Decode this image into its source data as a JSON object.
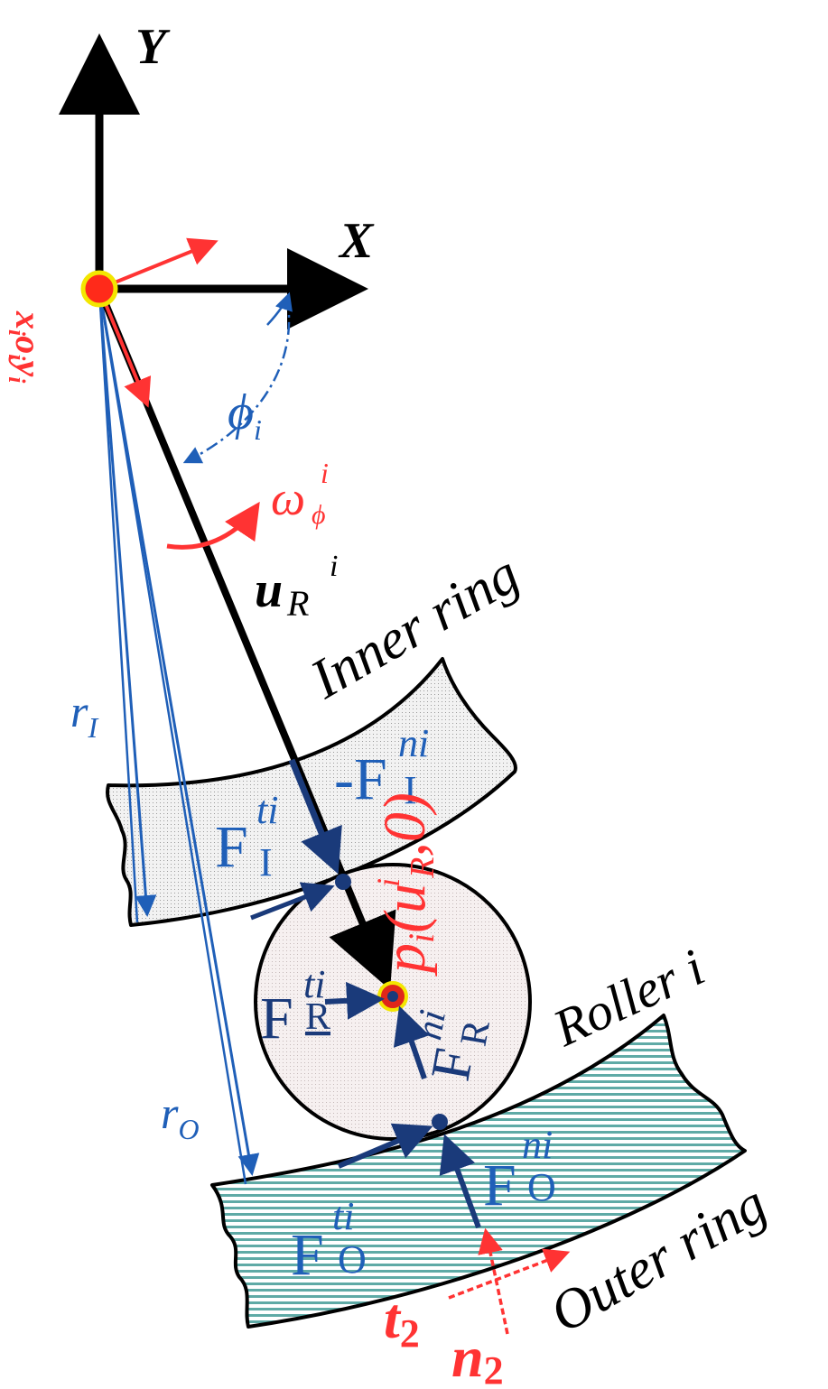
{
  "axes": {
    "x_label": "X",
    "y_label": "Y"
  },
  "frame": {
    "local_label": "x",
    "local_sub1": "i",
    "local_mid": "o",
    "local_sub2": "i",
    "local_y": "y",
    "local_sub3": "i"
  },
  "angle": {
    "phi": "ϕ",
    "phi_sub": "i"
  },
  "omega": {
    "symbol": "ω",
    "sub": "ϕ",
    "sup": "i"
  },
  "u_r": {
    "symbol": "u",
    "sub": "R",
    "sup": "i"
  },
  "radii": {
    "r_inner": "r",
    "r_inner_sub": "I",
    "r_outer": "r",
    "r_outer_sub": "O"
  },
  "parts": {
    "inner_ring": "Inner ring",
    "outer_ring": "Outer ring",
    "roller": "Roller i"
  },
  "forces": {
    "fi_t": {
      "symbol": "F",
      "sup": "ti",
      "sub": "I"
    },
    "fi_n": {
      "prefix": "-",
      "symbol": "F",
      "sup": "ni",
      "sub": "I"
    },
    "fr_t": {
      "symbol": "F",
      "sup": "ti",
      "sub": "R"
    },
    "fr_n": {
      "symbol": "F",
      "sup": "ni",
      "sub": "R"
    },
    "fo_t": {
      "symbol": "F",
      "sup": "ti",
      "sub": "O"
    },
    "fo_n": {
      "symbol": "F",
      "sup": "ni",
      "sub": "O"
    }
  },
  "point": {
    "p": "p",
    "p_sub": "i",
    "open": "(",
    "u": "u",
    "u_sup": "i",
    "u_sub": "R",
    "rest": ",0)"
  },
  "tangent": {
    "t": "t",
    "t_sub": "2",
    "n": "n",
    "n_sub": "2"
  },
  "colors": {
    "black": "#000000",
    "red": "#ff3333",
    "blue": "#1f5fb8",
    "navy": "#1a3a7a",
    "inner_fill": "#ececec",
    "roller_fill": "#f4eeee",
    "outer_stripe": "#5faaa6"
  }
}
